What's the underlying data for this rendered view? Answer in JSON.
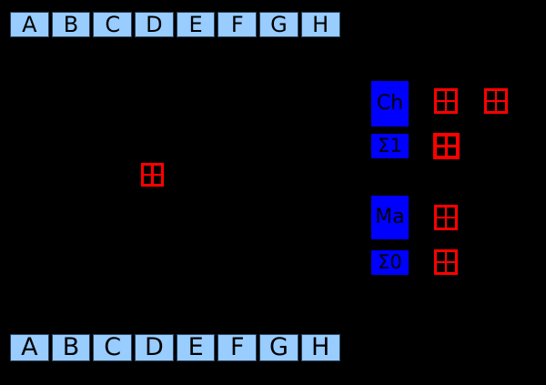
{
  "colors": {
    "background": "#000000",
    "register_fill": "#99ccff",
    "register_border": "#2b4560",
    "function_fill": "#0000ff",
    "operator": "#ff0000",
    "label_text": "#000000"
  },
  "rows": {
    "top": [
      "A",
      "B",
      "C",
      "D",
      "E",
      "F",
      "G",
      "H"
    ],
    "bottom": [
      "A",
      "B",
      "C",
      "D",
      "E",
      "F",
      "G",
      "H"
    ]
  },
  "functions": {
    "ch": "Ch",
    "sigma1": "Σ1",
    "ma": "Ma",
    "sigma0": "Σ0"
  },
  "operators": {
    "icon": "boxed-plus",
    "count": 6
  }
}
